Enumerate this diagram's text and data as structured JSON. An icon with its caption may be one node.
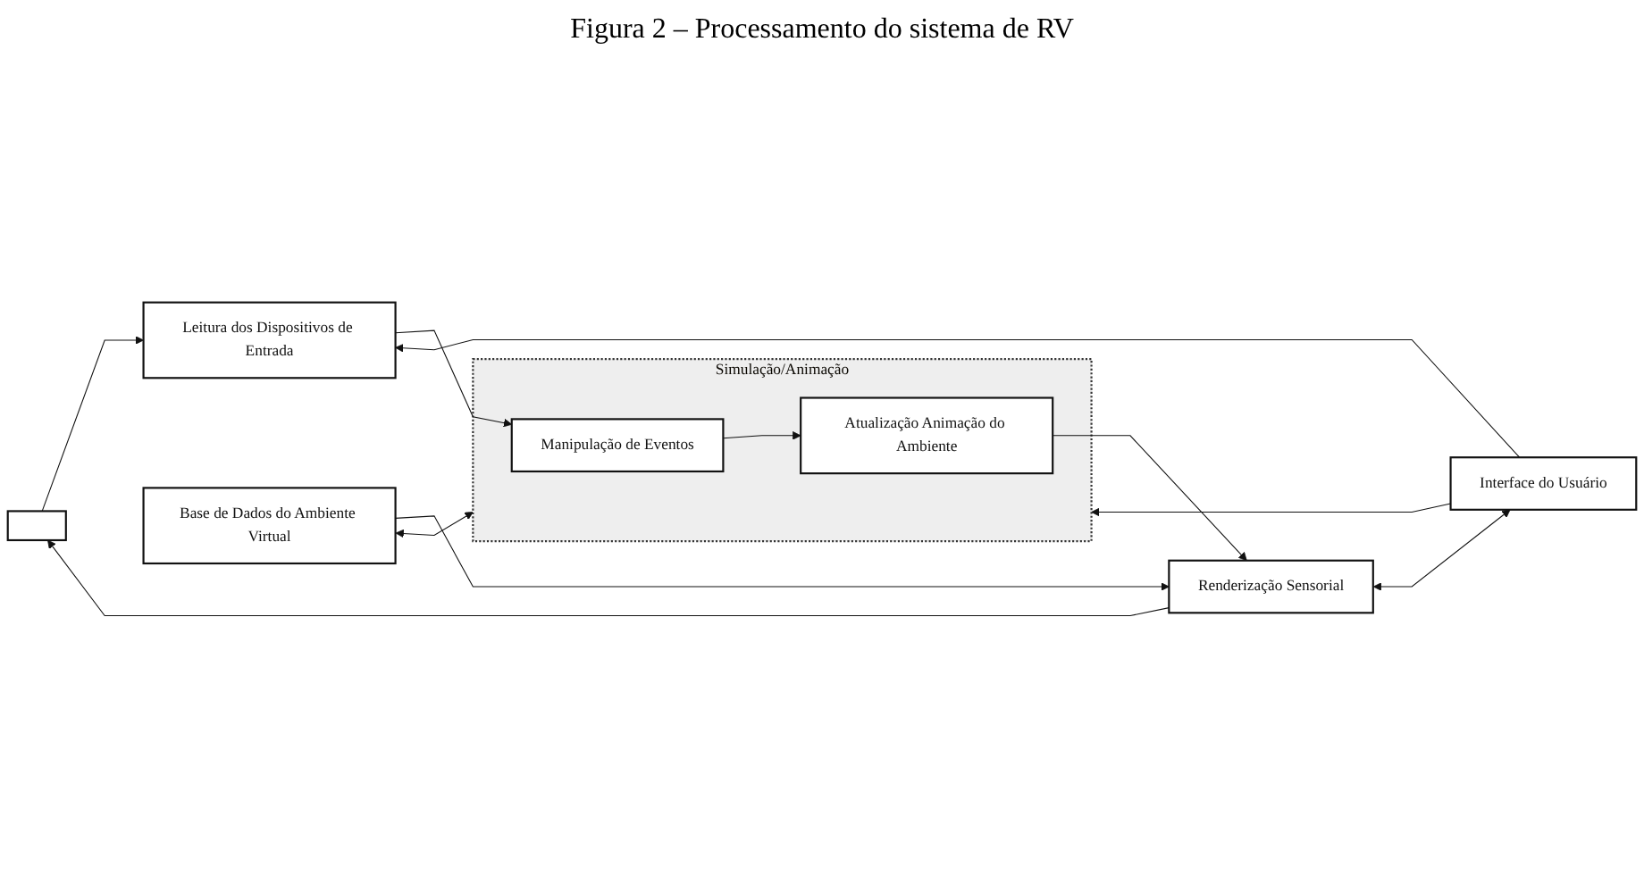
{
  "diagram": {
    "title": "Figura 2 – Processamento do sistema de RV",
    "nodes": [
      {
        "text": [
          "Leitura dos Dispositivos de Entrada"
        ]
      },
      {
        "text": [
          "Base de Dados do Ambiente Virtual"
        ]
      },
      {
        "text": [
          "Simulação/Animação"
        ]
      },
      {
        "text": [
          "Manipulação de Eventos"
        ],
        "in": 2
      },
      {
        "text": [
          "Atualização Animação do Ambiente"
        ],
        "in": 2
      },
      {
        "text": [
          "Renderização Sensorial"
        ]
      },
      {
        "text": [
          "Interface do Usuário"
        ]
      },
      {
        "text": [],
        "shape": "box"
      }
    ],
    "edges": [
      {
        "from": 0,
        "to": 3,
        "arrow": "to"
      },
      {
        "from": 3,
        "to": 4,
        "arrow": "to"
      },
      {
        "from": 4,
        "to": 5,
        "arrow": "to"
      },
      {
        "from": 1,
        "to": 2,
        "arrow": "both"
      },
      {
        "from": 1,
        "to": 5,
        "arrow": "to"
      },
      {
        "from": 5,
        "to": 6,
        "arrow": "both"
      },
      {
        "from": 6,
        "to": 2,
        "arrow": "to"
      },
      {
        "from": 5,
        "to": 7,
        "arrow": "to"
      },
      {
        "from": 7,
        "to": 0,
        "arrow": "to"
      },
      {
        "from": 6,
        "to": 0,
        "arrow": "to"
      }
    ]
  }
}
